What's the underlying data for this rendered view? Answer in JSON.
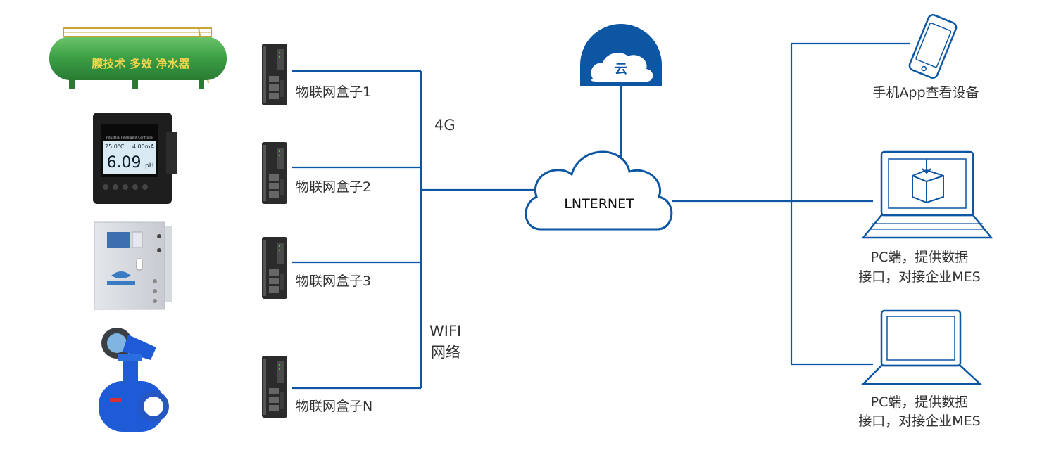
{
  "colors": {
    "line": "#0d56a3",
    "cloud_fill": "#0d56a3",
    "tank_body": "#3fa34d",
    "tank_text": "#f2d64b",
    "meter_blue": "#1f5bd6",
    "device_dark": "#2b2b2b",
    "text": "#333333"
  },
  "devices": {
    "tank": {
      "icon": "tank-icon",
      "label": "膜技术 多效 净水器"
    },
    "ph_meter": {
      "icon": "ph-meter-icon",
      "header": "Industrial Intelligent Controller",
      "reading_temp": "25.0°C",
      "reading_current": "4.00mA",
      "reading_value": "6.09",
      "reading_unit": "pH"
    },
    "cabinet": {
      "icon": "control-cabinet-icon"
    },
    "flowmeter": {
      "icon": "electromagnetic-flowmeter-icon"
    }
  },
  "boxes": [
    {
      "label": "物联网盒子1"
    },
    {
      "label": "物联网盒子2"
    },
    {
      "label": "物联网盒子3"
    },
    {
      "label": "物联网盒子N"
    }
  ],
  "network": {
    "label_4g": "4G",
    "label_wifi_line1": "WIFI",
    "label_wifi_line2": "网络"
  },
  "cloud_top": {
    "label": "云"
  },
  "internet": {
    "label": "LNTERNET"
  },
  "endpoints": {
    "phone": {
      "icon": "smartphone-icon",
      "label": "手机App查看设备"
    },
    "pc1": {
      "icon": "laptop-package-icon",
      "line1": "PC端，提供数据",
      "line2": "接口，对接企业MES"
    },
    "pc2": {
      "icon": "laptop-icon",
      "line1": "PC端，提供数据",
      "line2": "接口，对接企业MES"
    }
  }
}
